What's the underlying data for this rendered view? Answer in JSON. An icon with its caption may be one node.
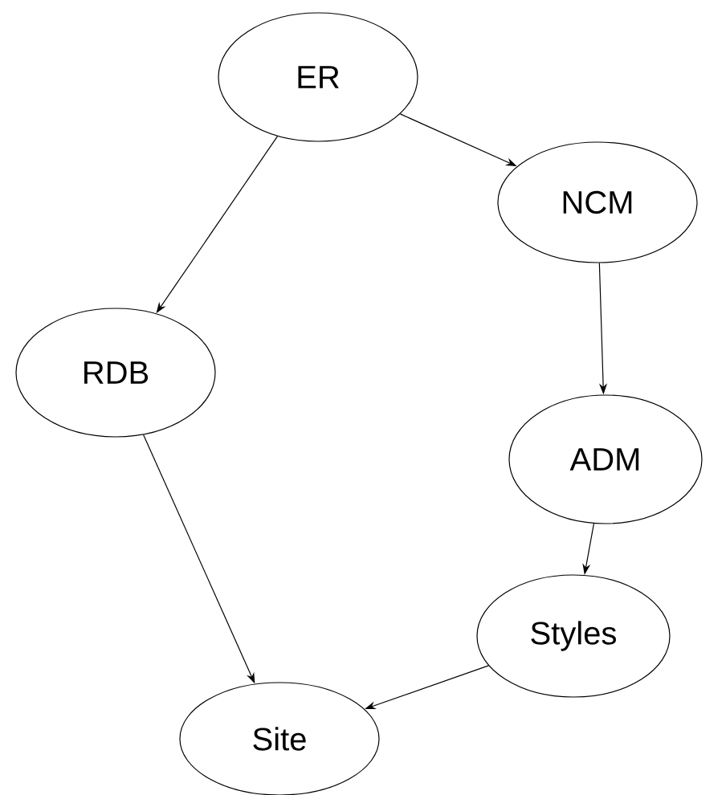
{
  "diagram": {
    "nodes": [
      {
        "text": [
          "ER"
        ]
      },
      {
        "text": [
          "NCM"
        ]
      },
      {
        "text": [
          "RDB"
        ]
      },
      {
        "text": [
          "ADM"
        ]
      },
      {
        "text": [
          "Styles"
        ]
      },
      {
        "text": [
          "Site"
        ]
      }
    ],
    "edges": [
      {
        "from": 0,
        "to": 1,
        "arrow": "to"
      },
      {
        "from": 0,
        "to": 2,
        "arrow": "to"
      },
      {
        "from": 1,
        "to": 3,
        "arrow": "to"
      },
      {
        "from": 3,
        "to": 4,
        "arrow": "to"
      },
      {
        "from": 2,
        "to": 5,
        "arrow": "to"
      },
      {
        "from": 4,
        "to": 5,
        "arrow": "to"
      }
    ]
  }
}
